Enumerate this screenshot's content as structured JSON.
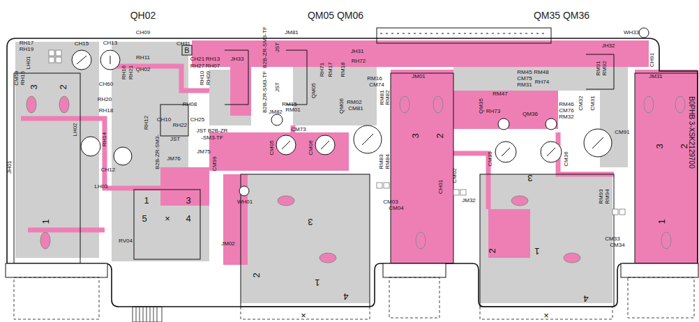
{
  "diagram": {
    "labels": [
      "QH02",
      "QM05 QM06",
      "QM35 QM36",
      "RH17",
      "RH19",
      "LH01",
      "CM59",
      "RH15",
      "CH15",
      "CH13",
      "CH09",
      "CH11",
      "RH11",
      "QH02",
      "B",
      "CH21",
      "RH13",
      "RH27",
      "RH07",
      "JM81",
      "B2B-ZR-SM3-TF",
      "JST",
      "JH33",
      "JST",
      "B2B-ZR-SM3-TF",
      "JM82",
      "RH16",
      "RH21",
      "CH60",
      "RH20",
      "RH10",
      "RH09",
      "RH08",
      "RH18",
      "CH10",
      "RH22",
      "CH25",
      "RH12",
      "JST",
      "B2B-ZR-SM3-",
      "JM76",
      "JST B2B-ZR",
      "-SM3-TF",
      "JM75",
      "LH02",
      "RH14",
      "CH12",
      "LH03",
      "JH01",
      "3",
      "2",
      "1",
      "RV04",
      "1",
      "3",
      "5",
      "×",
      "4",
      "CM99",
      "WH01",
      "JM02",
      "RH71",
      "RM17",
      "RM18",
      "RH72",
      "RM16",
      "CM74",
      "QM05",
      "RM15",
      "RM01",
      "CM73",
      "RM02",
      "QM06",
      "CM81",
      "CM05",
      "CM06",
      "RM81",
      "RM82",
      "JH31",
      "JM01",
      "RM83",
      "RM84",
      "CM03",
      "CM04",
      "3",
      "2",
      "CH01",
      "CM02",
      "JM32",
      "3",
      "2",
      "1",
      "4",
      "×",
      "RM45",
      "RM48",
      "CM75",
      "RM31",
      "RH74",
      "RM47",
      "QM35",
      "RH73",
      "QM36",
      "RM46",
      "CM76",
      "RM32",
      "CM35",
      "CM36",
      "RM91",
      "RM92",
      "JH32",
      "WH33",
      "CH91",
      "JM31",
      "CM31",
      "CM32",
      "CM91",
      "RM93",
      "RM94",
      "CM33",
      "CM34",
      "3",
      "2",
      "1",
      "4",
      "×",
      "3",
      "2",
      "1",
      "B0PHB 3-XSK2129700"
    ]
  }
}
